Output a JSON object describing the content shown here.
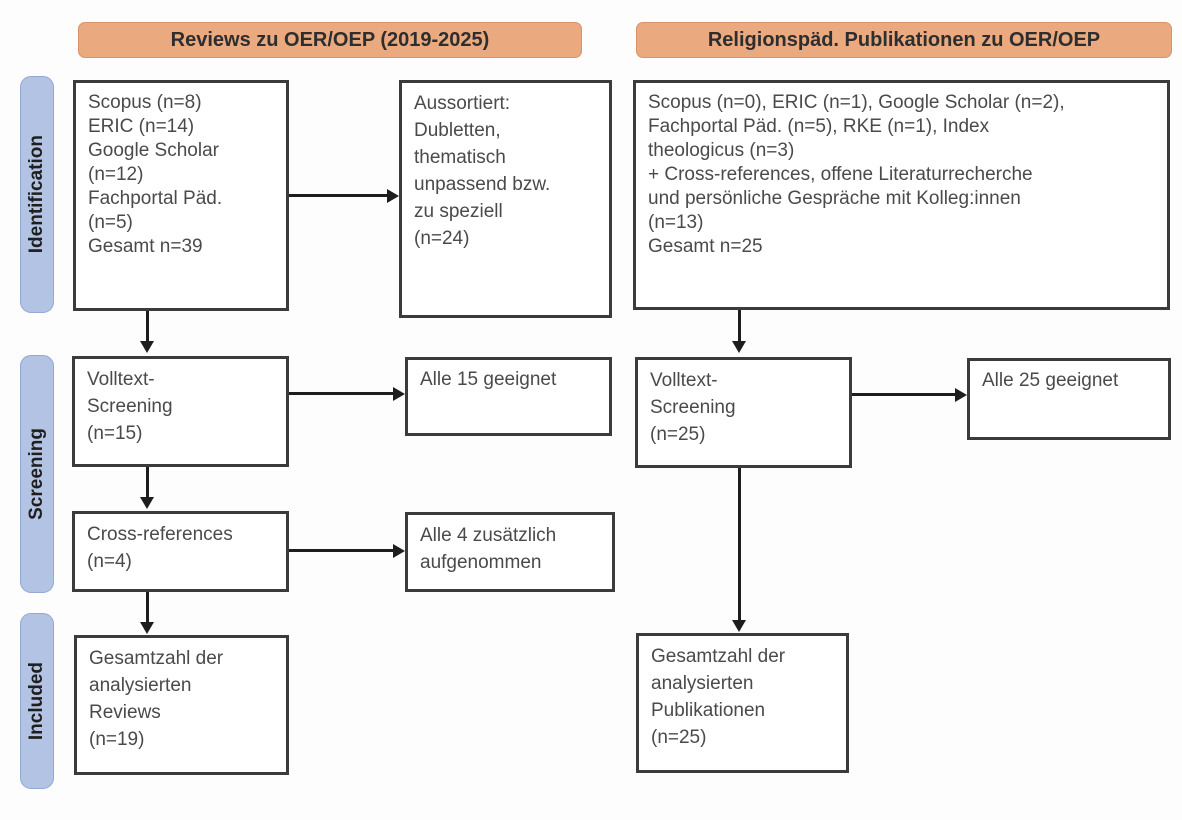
{
  "diagram": {
    "type": "prisma-flow-diagram",
    "columns": [
      {
        "id": "left",
        "header": "Reviews zu OER/OEP (2019-2025)"
      },
      {
        "id": "right",
        "header": "Religionspäd. Publikationen zu OER/OEP"
      }
    ],
    "stages": [
      {
        "id": "identification",
        "label": "Identification"
      },
      {
        "id": "screening",
        "label": "Screening"
      },
      {
        "id": "included",
        "label": "Included"
      }
    ],
    "colors": {
      "header_orange": "#eaa97e",
      "header_orange_border": "#d8936a",
      "stage_blue": "#b2c3e4",
      "stage_blue_border": "#93a8d2",
      "box_border": "#3b3b3b",
      "text": "#4a4a4a",
      "connector": "#1d1d1d",
      "background": "#fdfdfd"
    },
    "boxes": {
      "left_sources": "Scopus (n=8)\nERIC (n=14)\nGoogle Scholar\n(n=12)\nFachportal Päd.\n(n=5)\nGesamt n=39",
      "left_excluded": "Aussortiert:\nDubletten,\nthematisch\nunpassend bzw.\nzu speziell\n(n=24)",
      "left_fulltext": "Volltext-\nScreening\n(n=15)",
      "left_fulltext_result": "Alle 15 geeignet",
      "left_crossrefs": "Cross-references\n(n=4)",
      "left_crossrefs_result": "Alle 4 zusätzlich\naufgenommen",
      "left_included": "Gesamtzahl der\nanalysierten\nReviews\n(n=19)",
      "right_sources": "Scopus (n=0), ERIC (n=1), Google Scholar (n=2),\nFachportal Päd. (n=5), RKE (n=1), Index\ntheologicus (n=3)\n+ Cross-references, offene Literaturrecherche\nund persönliche Gespräche mit Kolleg:innen\n(n=13)\nGesamt n=25",
      "right_fulltext": "Volltext-\nScreening\n(n=25)",
      "right_fulltext_result": "Alle 25 geeignet",
      "right_included": "Gesamtzahl der\nanalysierten\nPublikationen\n(n=25)"
    },
    "counts": {
      "left_scopus": 8,
      "left_eric": 14,
      "left_google_scholar": 12,
      "left_fachportal": 5,
      "left_total": 39,
      "left_excluded": 24,
      "left_fulltext_screened": 15,
      "left_fulltext_eligible": 15,
      "left_crossrefs": 4,
      "left_crossrefs_added": 4,
      "left_included": 19,
      "right_scopus": 0,
      "right_eric": 1,
      "right_google_scholar": 2,
      "right_fachportal": 5,
      "right_rke": 1,
      "right_index_theologicus": 3,
      "right_additional": 13,
      "right_total": 25,
      "right_fulltext_screened": 25,
      "right_fulltext_eligible": 25,
      "right_included": 25
    }
  }
}
